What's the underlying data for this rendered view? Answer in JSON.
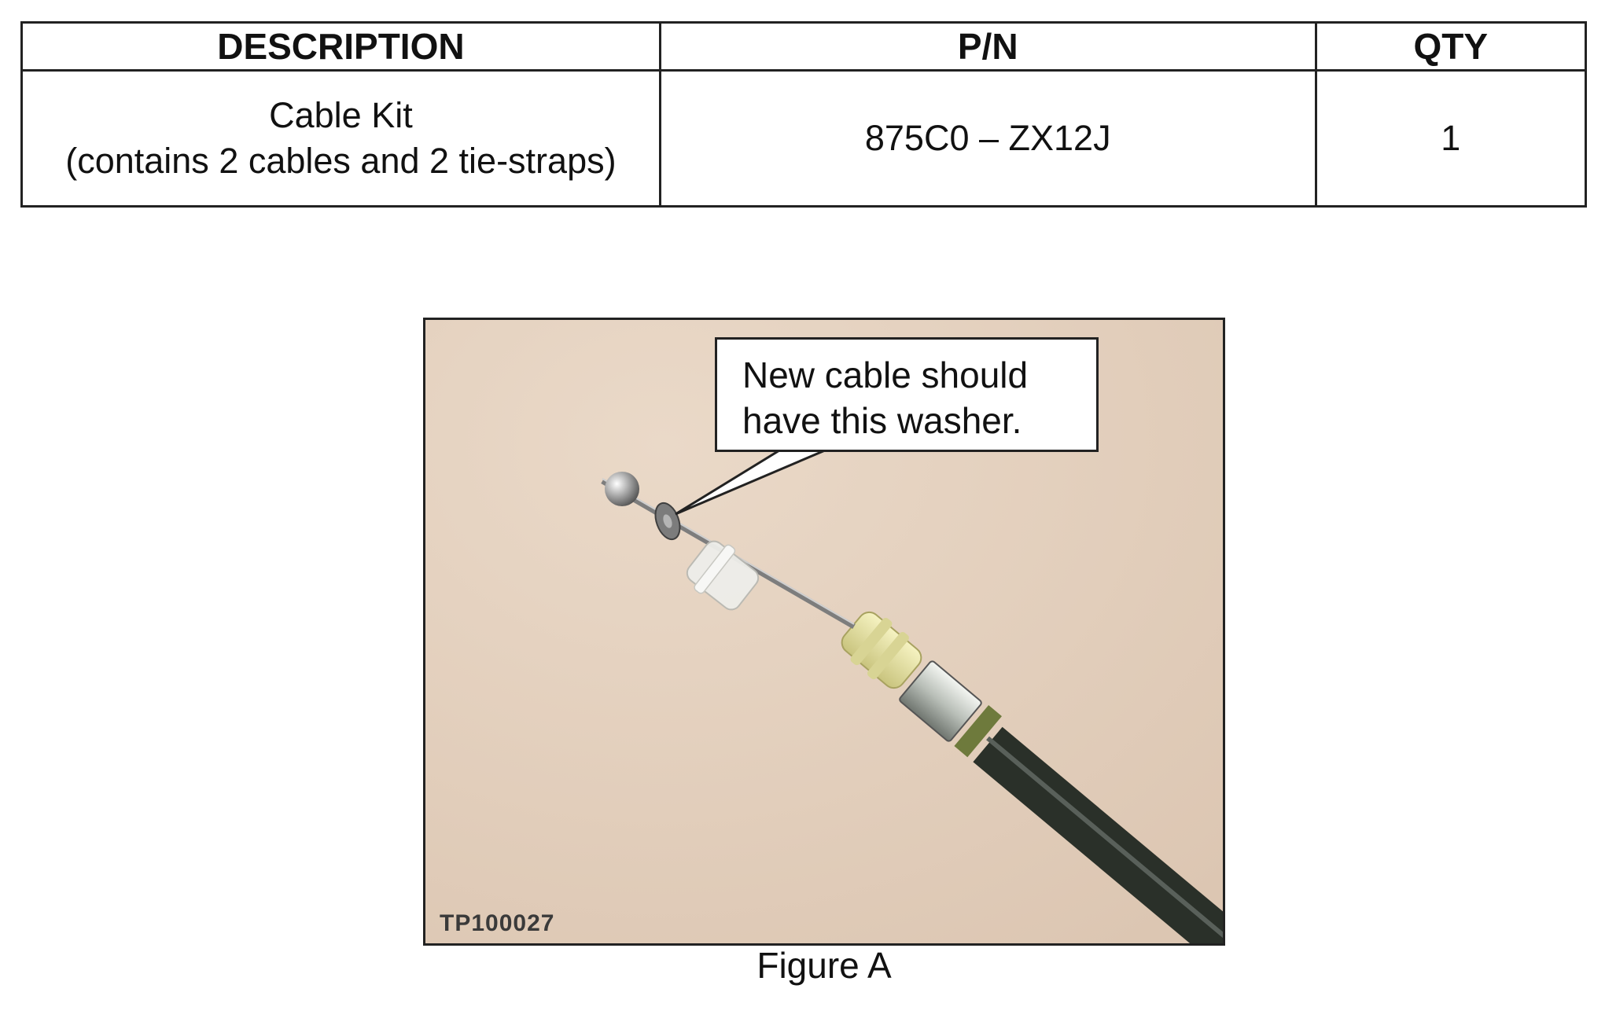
{
  "parts_table": {
    "headers": {
      "description": "DESCRIPTION",
      "pn": "P/N",
      "qty": "QTY"
    },
    "rows": [
      {
        "description_line1": "Cable Kit",
        "description_line2": "(contains 2 cables and 2 tie-straps)",
        "pn": "875C0 – ZX12J",
        "qty": "1"
      }
    ]
  },
  "figure": {
    "callout_line1": "New cable should",
    "callout_line2": "have this washer.",
    "image_code": "TP100027",
    "caption": "Figure A"
  }
}
